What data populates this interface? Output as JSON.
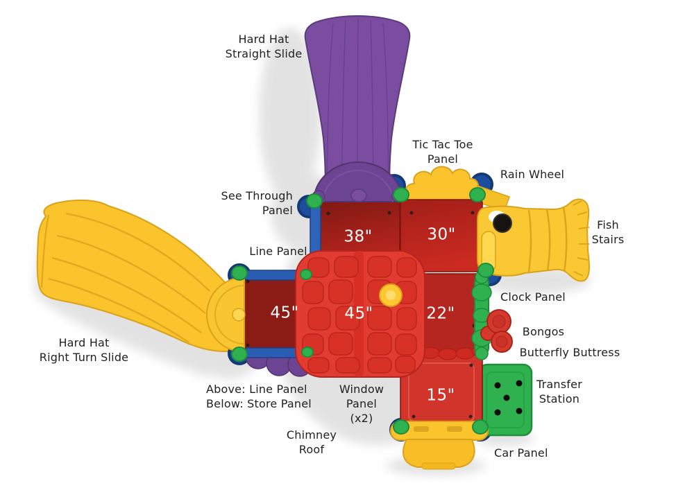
{
  "diagram": {
    "type": "playground-equipment-top-view",
    "labels": {
      "straight_slide": "Hard Hat\nStraight Slide",
      "tic_tac_toe": "Tic Tac Toe\nPanel",
      "rain_wheel": "Rain Wheel",
      "see_through": "See Through\nPanel",
      "line_panel": "Line Panel",
      "fish_stairs": "Fish\nStairs",
      "clock_panel": "Clock Panel",
      "bongos": "Bongos",
      "butterfly_buttress": "Butterfly Buttress",
      "right_turn_slide": "Hard Hat\nRight Turn Slide",
      "line_store": "Above: Line Panel\nBelow: Store Panel",
      "window_panel": "Window\nPanel\n(x2)",
      "transfer_station": "Transfer\nStation",
      "chimney_roof": "Chimney\nRoof",
      "car_panel": "Car Panel"
    },
    "measurements": {
      "deck_38": "38\"",
      "deck_30": "30\"",
      "deck_45_left": "45\"",
      "deck_45_center": "45\"",
      "deck_22": "22\"",
      "deck_15": "15\""
    }
  },
  "colors": {
    "purple": "#7a4da0",
    "dark_purple": "#6b4493",
    "yellow": "#fbc42d",
    "red": "#c0281f",
    "dark_red": "#8a1b15",
    "bright_red": "#e23c30",
    "blue": "#1d4e9e",
    "rail_blue": "#2a5cb2",
    "green": "#2fb14f",
    "text": "#1f1f1f",
    "background": "#ffffff"
  }
}
